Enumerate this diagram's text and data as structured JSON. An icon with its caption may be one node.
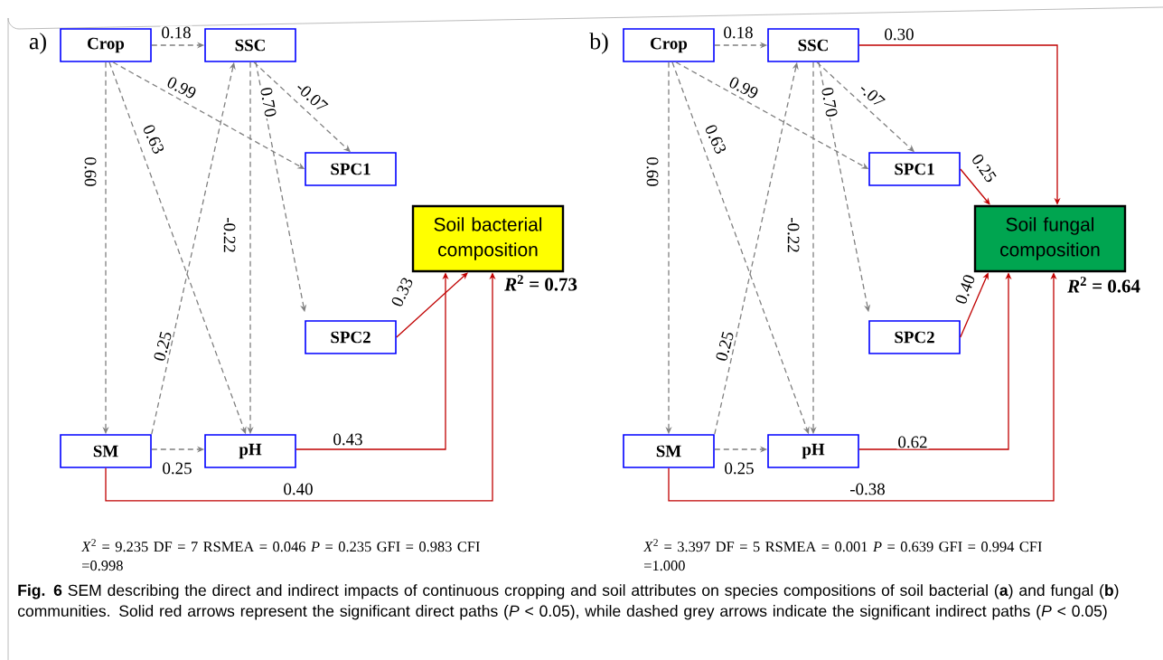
{
  "diagram": {
    "caption": "**Fig. 6** SEM describing the direct and indirect impacts of continuous cropping and soil attributes on species compositions of soil bacterial (**a**) and fungal (**b**) communities. Solid red arrows represent the significant direct paths (*P* < 0.05), while dashed grey arrows indicate the significant indirect paths (*P* < 0.05)",
    "nodes": [
      {
        "text": [
          "Crop"
        ]
      },
      {
        "text": [
          "SSC"
        ]
      },
      {
        "text": [
          "SPC1"
        ]
      },
      {
        "text": [
          "SPC2"
        ]
      },
      {
        "text": [
          "SM"
        ]
      },
      {
        "text": [
          "pH"
        ]
      },
      {
        "text": [
          "Soil bacterial composition"
        ],
        "beside": [
          "*R*$^{2}$ = 0.73"
        ]
      },
      {
        "text": [
          "Crop"
        ]
      },
      {
        "text": [
          "SSC"
        ]
      },
      {
        "text": [
          "SPC1"
        ]
      },
      {
        "text": [
          "SPC2"
        ]
      },
      {
        "text": [
          "SM"
        ]
      },
      {
        "text": [
          "pH"
        ]
      },
      {
        "text": [
          "Soil fungal composition"
        ],
        "beside": [
          "*R*$^{2}$ = 0.64"
        ]
      }
    ],
    "edges": [
      {
        "from": 0,
        "to": 1,
        "arrow": "to",
        "label": "0.18",
        "style": "dashed"
      },
      {
        "from": 0,
        "to": 2,
        "arrow": "to",
        "label": "0.99",
        "style": "dashed"
      },
      {
        "from": 0,
        "to": 4,
        "arrow": "to",
        "label": "0.60",
        "style": "dashed"
      },
      {
        "from": 0,
        "to": 5,
        "arrow": "to",
        "label": "0.63",
        "style": "dashed"
      },
      {
        "from": 1,
        "to": 2,
        "arrow": "to",
        "label": "-0.07",
        "style": "dashed"
      },
      {
        "from": 1,
        "to": 3,
        "arrow": "to",
        "label": "0.70",
        "style": "dashed"
      },
      {
        "from": 1,
        "to": 5,
        "arrow": "to",
        "label": "-0.22",
        "style": "dashed"
      },
      {
        "from": 4,
        "to": 1,
        "arrow": "to",
        "label": "0.25",
        "style": "dashed"
      },
      {
        "from": 4,
        "to": 5,
        "arrow": "to",
        "label": "0.25",
        "style": "dashed"
      },
      {
        "from": 3,
        "to": 6,
        "arrow": "to",
        "label": "0.33",
        "color": "#c00000"
      },
      {
        "from": 5,
        "to": 6,
        "arrow": "to",
        "label": "0.43",
        "color": "#c00000"
      },
      {
        "from": 4,
        "to": 6,
        "arrow": "to",
        "label": "0.40",
        "color": "#c00000"
      },
      {
        "from": 7,
        "to": 8,
        "arrow": "to",
        "label": "0.18",
        "style": "dashed"
      },
      {
        "from": 7,
        "to": 9,
        "arrow": "to",
        "label": "0.99",
        "style": "dashed"
      },
      {
        "from": 7,
        "to": 11,
        "arrow": "to",
        "label": "0.60",
        "style": "dashed"
      },
      {
        "from": 7,
        "to": 12,
        "arrow": "to",
        "label": "0.63",
        "style": "dashed"
      },
      {
        "from": 8,
        "to": 9,
        "arrow": "to",
        "label": "-.07",
        "style": "dashed"
      },
      {
        "from": 8,
        "to": 10,
        "arrow": "to",
        "label": "0.70",
        "style": "dashed"
      },
      {
        "from": 8,
        "to": 12,
        "arrow": "to",
        "label": "-0.22",
        "style": "dashed"
      },
      {
        "from": 11,
        "to": 8,
        "arrow": "to",
        "label": "0.25",
        "style": "dashed"
      },
      {
        "from": 11,
        "to": 12,
        "arrow": "to",
        "label": "0.25",
        "style": "dashed"
      },
      {
        "from": 8,
        "to": 13,
        "arrow": "to",
        "label": "0.30",
        "color": "#c00000"
      },
      {
        "from": 9,
        "to": 13,
        "arrow": "to",
        "label": "0.25",
        "color": "#c00000"
      },
      {
        "from": 10,
        "to": 13,
        "arrow": "to",
        "label": "0.40",
        "color": "#c00000"
      },
      {
        "from": 12,
        "to": 13,
        "arrow": "to",
        "label": "0.62",
        "color": "#c00000"
      },
      {
        "from": 11,
        "to": 13,
        "arrow": "to",
        "label": "-0.38",
        "color": "#c00000"
      }
    ],
    "labels": [
      "a)",
      "b)",
      "*X*$^{2}$ = 9.235 DF = 7 RSMEA = 0.046 *P* = 0.235 GFI = 0.983 CFI =0.998",
      "*X*$^{2}$ = 3.397 DF = 5 RSMEA = 0.001 *P* = 0.639 GFI = 0.994 CFI =1.000"
    ]
  }
}
